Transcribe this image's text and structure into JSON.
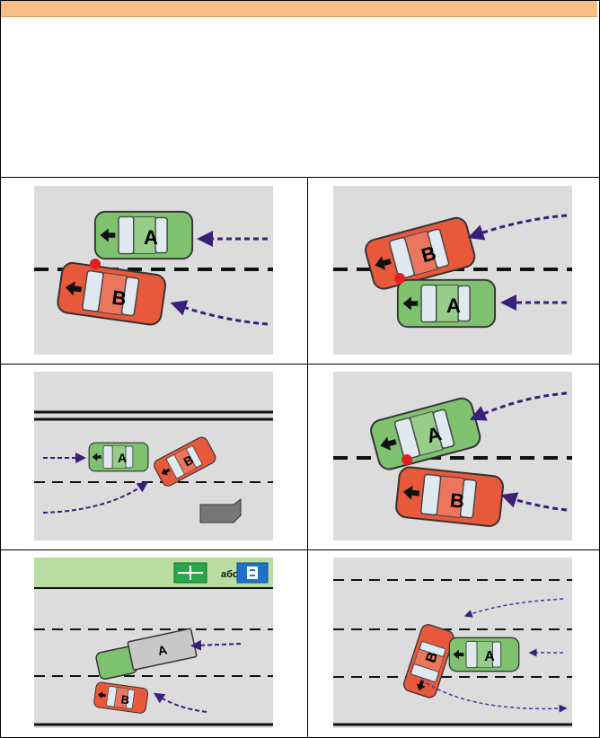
{
  "header": {
    "text": ""
  },
  "colors": {
    "band": "#f7bf86",
    "road": "#dcdcdc",
    "car_a": "#7ec26f",
    "car_b": "#e8583a",
    "trajectory": "#3a1e7a",
    "sign_green": "#2aa74a",
    "sign_blue": "#1e73c8",
    "roadside_green": "#b9dca0"
  },
  "cells": [
    {
      "id": "1",
      "car_a": "A",
      "car_b": "B"
    },
    {
      "id": "2",
      "car_a": "A",
      "car_b": "B"
    },
    {
      "id": "3",
      "car_a": "A",
      "car_b": "B"
    },
    {
      "id": "4",
      "car_a": "A",
      "car_b": "B"
    },
    {
      "id": "5",
      "car_a": "A",
      "car_b": "B",
      "sign_separator": "або"
    },
    {
      "id": "6",
      "car_a": "A",
      "car_b": "B"
    }
  ]
}
